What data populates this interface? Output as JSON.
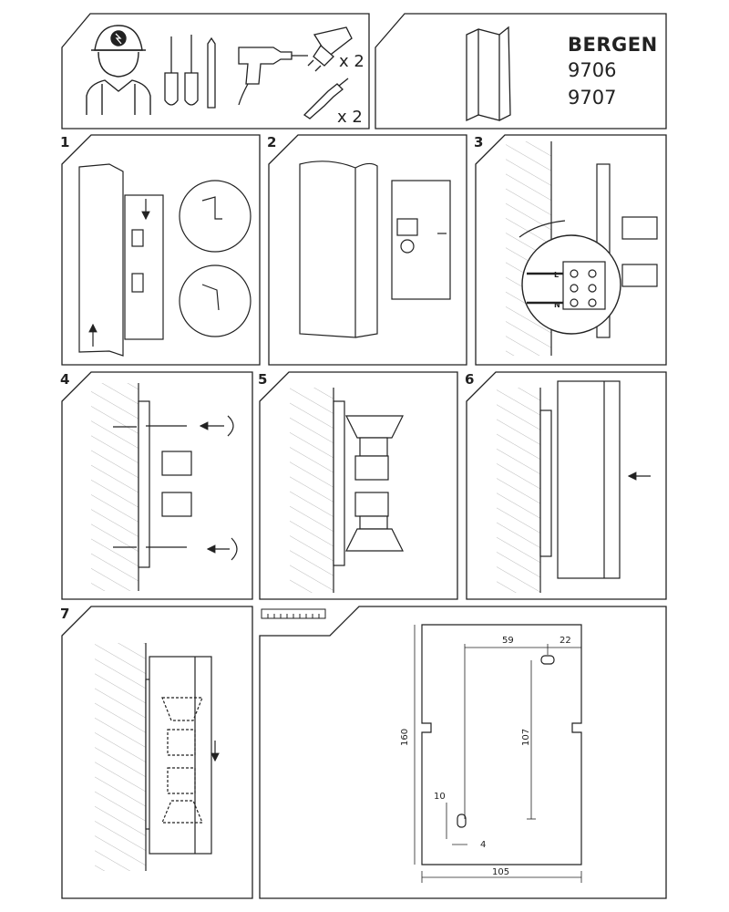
{
  "product": {
    "brand": "BERGEN",
    "codes": [
      "9706",
      "9707"
    ]
  },
  "tools": {
    "bulb_qty": "x 2",
    "anchor_qty": "x 2"
  },
  "steps": [
    "1",
    "2",
    "3",
    "4",
    "5",
    "6",
    "7"
  ],
  "wiring": {
    "terminals": [
      "L",
      "N"
    ]
  },
  "dimensions": {
    "d59": "59",
    "d22": "22",
    "d160": "160",
    "d107": "107",
    "d10": "10",
    "d4": "4",
    "d105": "105"
  },
  "colors": {
    "line": "#222222",
    "hatch": "#bbbbbb"
  }
}
